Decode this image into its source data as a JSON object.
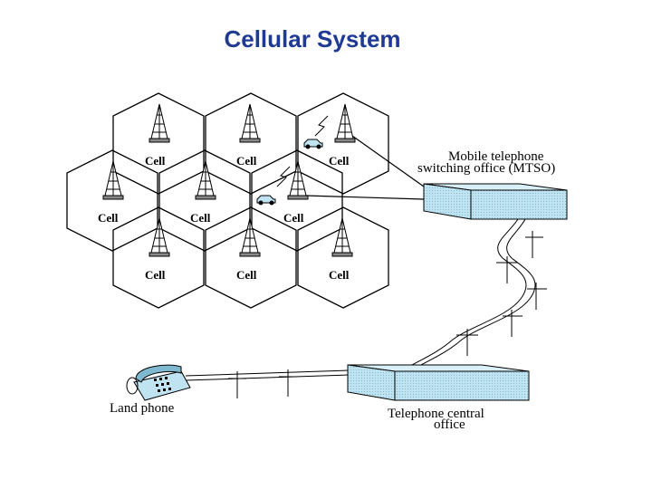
{
  "title": "Cellular System",
  "diagram": {
    "cell_label": "Cell",
    "mtso_label_line1": "Mobile telephone",
    "mtso_label_line2": "switching office (MTSO)",
    "central_label_line1": "Telephone central",
    "central_label_line2": "office",
    "landphone_label": "Land phone"
  },
  "colors": {
    "title": "#1f3a93",
    "office_box": "#bfe3f0"
  },
  "icons": [
    "cell-tower-icon",
    "car-icon",
    "lightning-icon",
    "telephone-icon",
    "telephone-pole-icon"
  ]
}
